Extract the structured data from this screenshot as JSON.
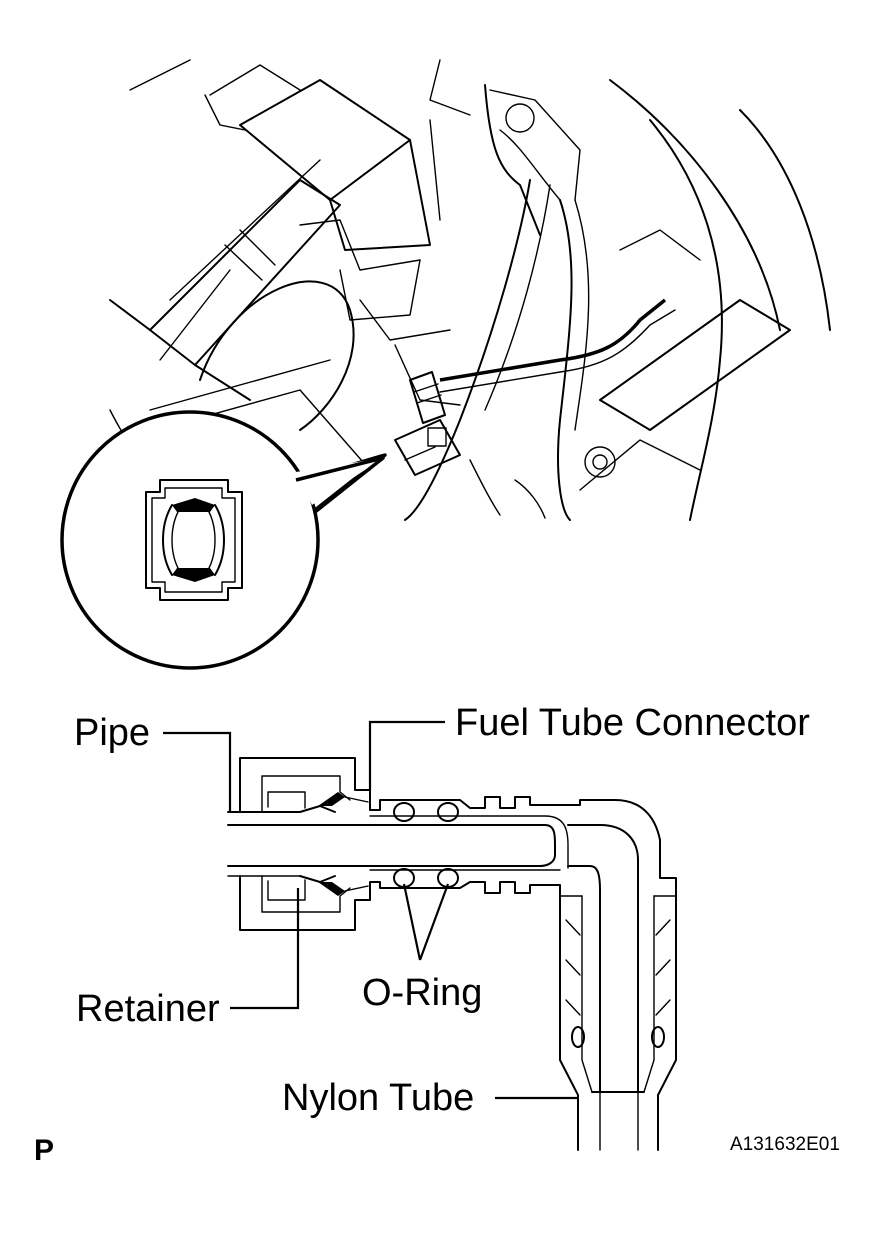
{
  "labels": {
    "pipe": "Pipe",
    "fuel_tube_connector": "Fuel Tube Connector",
    "retainer": "Retainer",
    "o_ring": "O-Ring",
    "nylon_tube": "Nylon Tube"
  },
  "corner_mark": "P",
  "figure_code": "A131632E01"
}
